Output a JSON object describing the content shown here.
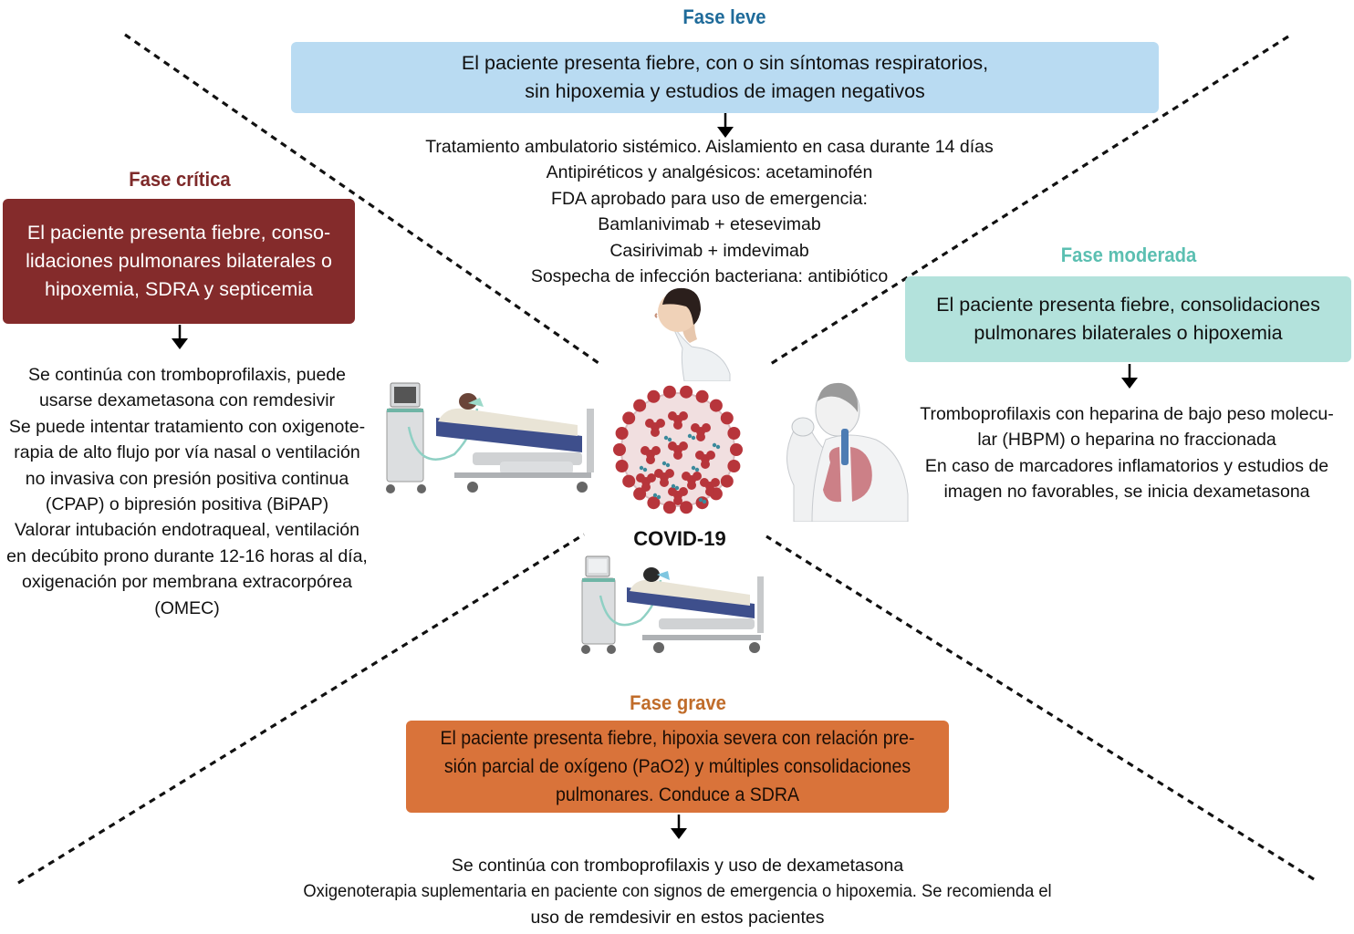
{
  "diagram": {
    "center_label": "COVID-19",
    "colors": {
      "leve_title": "#1f6b9a",
      "leve_box": "#b9dbf2",
      "moderada_title": "#5bbfb1",
      "moderada_box": "#b3e2dc",
      "grave_title": "#c06c2a",
      "grave_box": "#d9733a",
      "critica_title": "#7e2a2a",
      "critica_box": "#842b2b",
      "divider": "#111111"
    },
    "phases": {
      "leve": {
        "title": "Fase leve",
        "description": [
          "El paciente presenta fiebre, con o sin síntomas respiratorios,",
          "sin hipoxemia y estudios de imagen negativos"
        ],
        "treatment": [
          "Tratamiento ambulatorio sistémico. Aislamiento en casa durante 14 días",
          "Antipiréticos y analgésicos: acetaminofén",
          "FDA aprobado para uso de emergencia:",
          "Bamlanivimab + etesevimab",
          "Casirivimab + imdevimab",
          "Sospecha de infección bacteriana: antibiótico"
        ]
      },
      "moderada": {
        "title": "Fase moderada",
        "description": [
          "El paciente presenta fiebre, consolidaciones",
          "pulmonares bilaterales o hipoxemia"
        ],
        "treatment": [
          "Tromboprofilaxis con heparina de bajo peso molecu-",
          "lar (HBPM) o heparina no fraccionada",
          "En caso de marcadores inflamatorios y estudios de",
          "imagen no favorables, se inicia dexametasona"
        ]
      },
      "grave": {
        "title": "Fase grave",
        "description": [
          "El paciente presenta fiebre, hipoxia severa con relación pre-",
          "sión parcial de oxígeno (PaO2) y múltiples consolidaciones",
          "pulmonares. Conduce a SDRA"
        ],
        "treatment": [
          "Se continúa con tromboprofilaxis y uso de dexametasona",
          "Oxigenoterapia suplementaria en paciente con signos de emergencia o hipoxemia. Se recomienda el",
          "uso de remdesivir en estos pacientes"
        ]
      },
      "critica": {
        "title": "Fase crítica",
        "description": [
          "El paciente presenta fiebre, conso-",
          "lidaciones pulmonares bilaterales o",
          "hipoxemia, SDRA y septicemia"
        ],
        "treatment": [
          "Se continúa con tromboprofilaxis, puede",
          "usarse dexametasona con remdesivir",
          "Se puede intentar tratamiento con oxigenote-",
          "rapia de alto flujo por vía nasal o ventilación",
          "no invasiva con presión positiva continua",
          "(CPAP) o bipresión positiva (BiPAP)",
          "Valorar intubación endotraqueal, ventilación",
          "en decúbito prono durante 12-16 horas al día,",
          "oxigenación por membrana extracorpórea",
          "(OMEC)"
        ]
      }
    },
    "illustrations": [
      {
        "name": "mild-patient-icon"
      },
      {
        "name": "moderate-patient-lungs-icon"
      },
      {
        "name": "ventilated-patient-bed-icon"
      },
      {
        "name": "critical-patient-bed-icon"
      },
      {
        "name": "coronavirus-icon"
      }
    ]
  }
}
